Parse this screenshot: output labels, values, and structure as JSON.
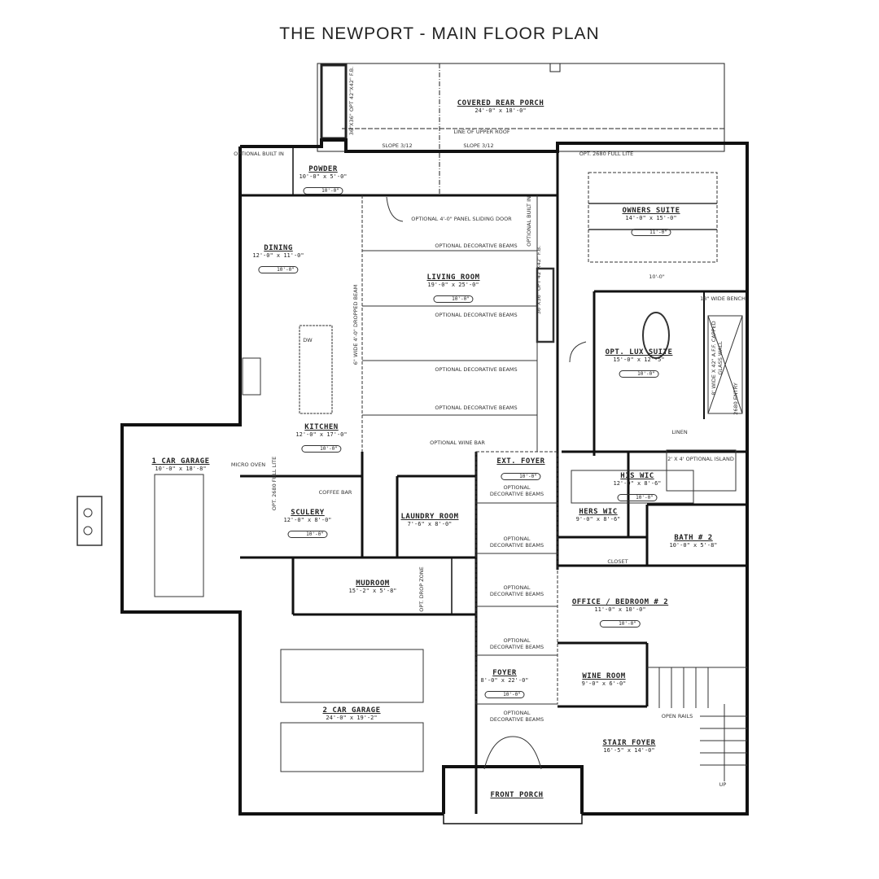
{
  "title": "THE NEWPORT - MAIN FLOOR PLAN",
  "rooms": [
    {
      "name": "COVERED REAR PORCH",
      "dim": "24'-0\" x 18'-0\"",
      "ceiling": ""
    },
    {
      "name": "POWDER",
      "dim": "10'-0\" x 5'-0\"",
      "ceiling": "10'-0\""
    },
    {
      "name": "DINING",
      "dim": "12'-0\" x 11'-0\"",
      "ceiling": "10'-0\""
    },
    {
      "name": "LIVING ROOM",
      "dim": "19'-0\" x 25'-0\"",
      "ceiling": "10'-0\""
    },
    {
      "name": "OWNERS SUITE",
      "dim": "14'-0\" x 15'-0\"",
      "ceiling": "11'-0\""
    },
    {
      "name": "OPT. LUX SUITE",
      "dim": "15'-0\" x 12'-5\"",
      "ceiling": "10'-0\""
    },
    {
      "name": "KITCHEN",
      "dim": "12'-0\" x 17'-0\"",
      "ceiling": "10'-0\""
    },
    {
      "name": "1 CAR GARAGE",
      "dim": "10'-0\" x 18'-8\"",
      "ceiling": ""
    },
    {
      "name": "SCULERY",
      "dim": "12'-0\" x 8'-0\"",
      "ceiling": "10'-0\""
    },
    {
      "name": "LAUNDRY ROOM",
      "dim": "7'-6\" x 8'-0\"",
      "ceiling": ""
    },
    {
      "name": "MUDROOM",
      "dim": "15'-2\" x 5'-8\"",
      "ceiling": ""
    },
    {
      "name": "EXT. FOYER",
      "dim": "",
      "ceiling": "10'-0\""
    },
    {
      "name": "HIS WIC",
      "dim": "12'-0\" x 8'-6\"",
      "ceiling": "10'-0\""
    },
    {
      "name": "HERS WIC",
      "dim": "9'-0\" x 8'-6\"",
      "ceiling": ""
    },
    {
      "name": "BATH # 2",
      "dim": "10'-0\" x 5'-8\"",
      "ceiling": ""
    },
    {
      "name": "OFFICE / BEDROOM # 2",
      "dim": "11'-0\" x 10'-0\"",
      "ceiling": "10'-0\""
    },
    {
      "name": "WINE ROOM",
      "dim": "9'-0\" x 6'-0\"",
      "ceiling": ""
    },
    {
      "name": "FOYER",
      "dim": "8'-0\" x 22'-0\"",
      "ceiling": "10'-0\""
    },
    {
      "name": "2 CAR GARAGE",
      "dim": "24'-0\" x 19'-2\"",
      "ceiling": ""
    },
    {
      "name": "STAIR FOYER",
      "dim": "16'-5\" x 14'-0\"",
      "ceiling": ""
    },
    {
      "name": "FRONT PORCH",
      "dim": "",
      "ceiling": ""
    }
  ],
  "notes": {
    "upper_roof": "LINE OF UPPER ROOF",
    "slope_left": "SLOPE 3/12",
    "slope_right": "SLOPE 3/12",
    "built_in_powder": "OPTIONAL BUILT IN",
    "fireplace_rear": "36\"X36\" OPT 42\"X42\" F.B.",
    "sliding_door": "OPTIONAL 4'-0\" PANEL SLIDING DOOR",
    "beams": "OPTIONAL DECORATIVE BEAMS",
    "built_in": "OPTIONAL BUILT IN",
    "fireplace_living": "36\"X36\" OPT 42\"X42\" F.B.",
    "dropped_beam": "6\" WIDE 4'-0\" DROPPED BEAM",
    "door_owners": "OPT. 2680 FULL LITE",
    "owners_ceiling": "10'-0\"",
    "bench": "18\" WIDE BENCH",
    "shower": "8' WIDE X 42\" A.F.F. CAPPED GLASS WALL",
    "entry": "2680 ENTRY",
    "linen": "LINEN",
    "island": "2' X 4' OPTIONAL ISLAND",
    "dw": "DW",
    "micro": "MICRO OVEN",
    "door_sculery": "OPT. 2680 FULL LITE",
    "coffee_bar": "COFFEE BAR",
    "wine_bar": "OPTIONAL WINE BAR",
    "drop_zone": "OPT. DROP ZONE",
    "closet": "CLOSET",
    "open_rails": "OPEN RAILS",
    "up": "UP"
  }
}
